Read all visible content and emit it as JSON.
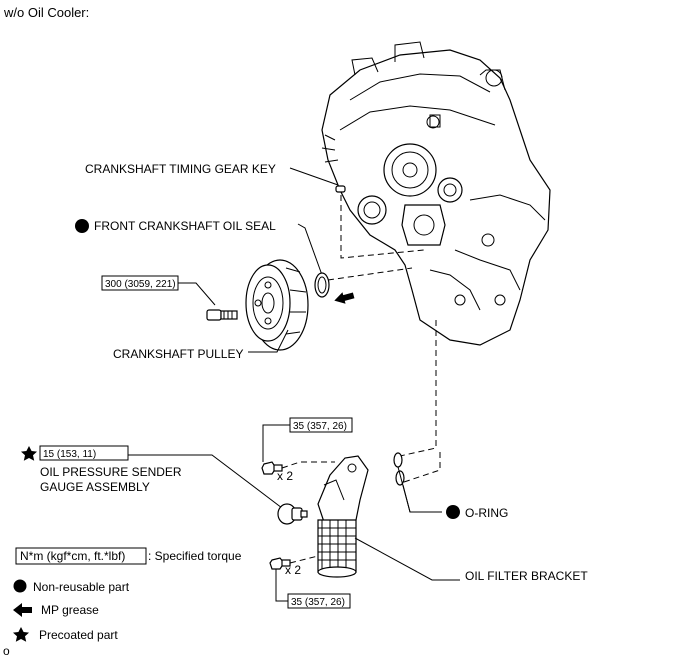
{
  "header": {
    "title": "w/o Oil Cooler:"
  },
  "callouts": {
    "timing_gear_key": "CRANKSHAFT TIMING GEAR KEY",
    "oil_seal": "FRONT CRANKSHAFT OIL SEAL",
    "pulley_bolt_torque": "300 (3059, 221)",
    "pulley": "CRANKSHAFT PULLEY",
    "bracket_bolt_torque_top": "35 (357, 26)",
    "bracket_bolt_qty_top": "x 2",
    "sender_torque": "15 (153, 11)",
    "sender_line1": "OIL PRESSURE SENDER",
    "sender_line2": "GAUGE ASSEMBLY",
    "o_ring": "O-RING",
    "bracket_bolt_qty_bottom": "x 2",
    "oil_filter_bracket": "OIL FILTER BRACKET",
    "bracket_bolt_torque_bottom": "35 (357, 26)"
  },
  "legend": {
    "torque_unit": "N*m (kgf*cm, ft.*lbf)",
    "torque_desc": ": Specified torque",
    "non_reusable": "Non-reusable part",
    "mp_grease": "MP grease",
    "precoated": "Precoated part"
  },
  "footer": {
    "code": "o"
  },
  "colors": {
    "ink": "#000000",
    "background": "#ffffff"
  }
}
